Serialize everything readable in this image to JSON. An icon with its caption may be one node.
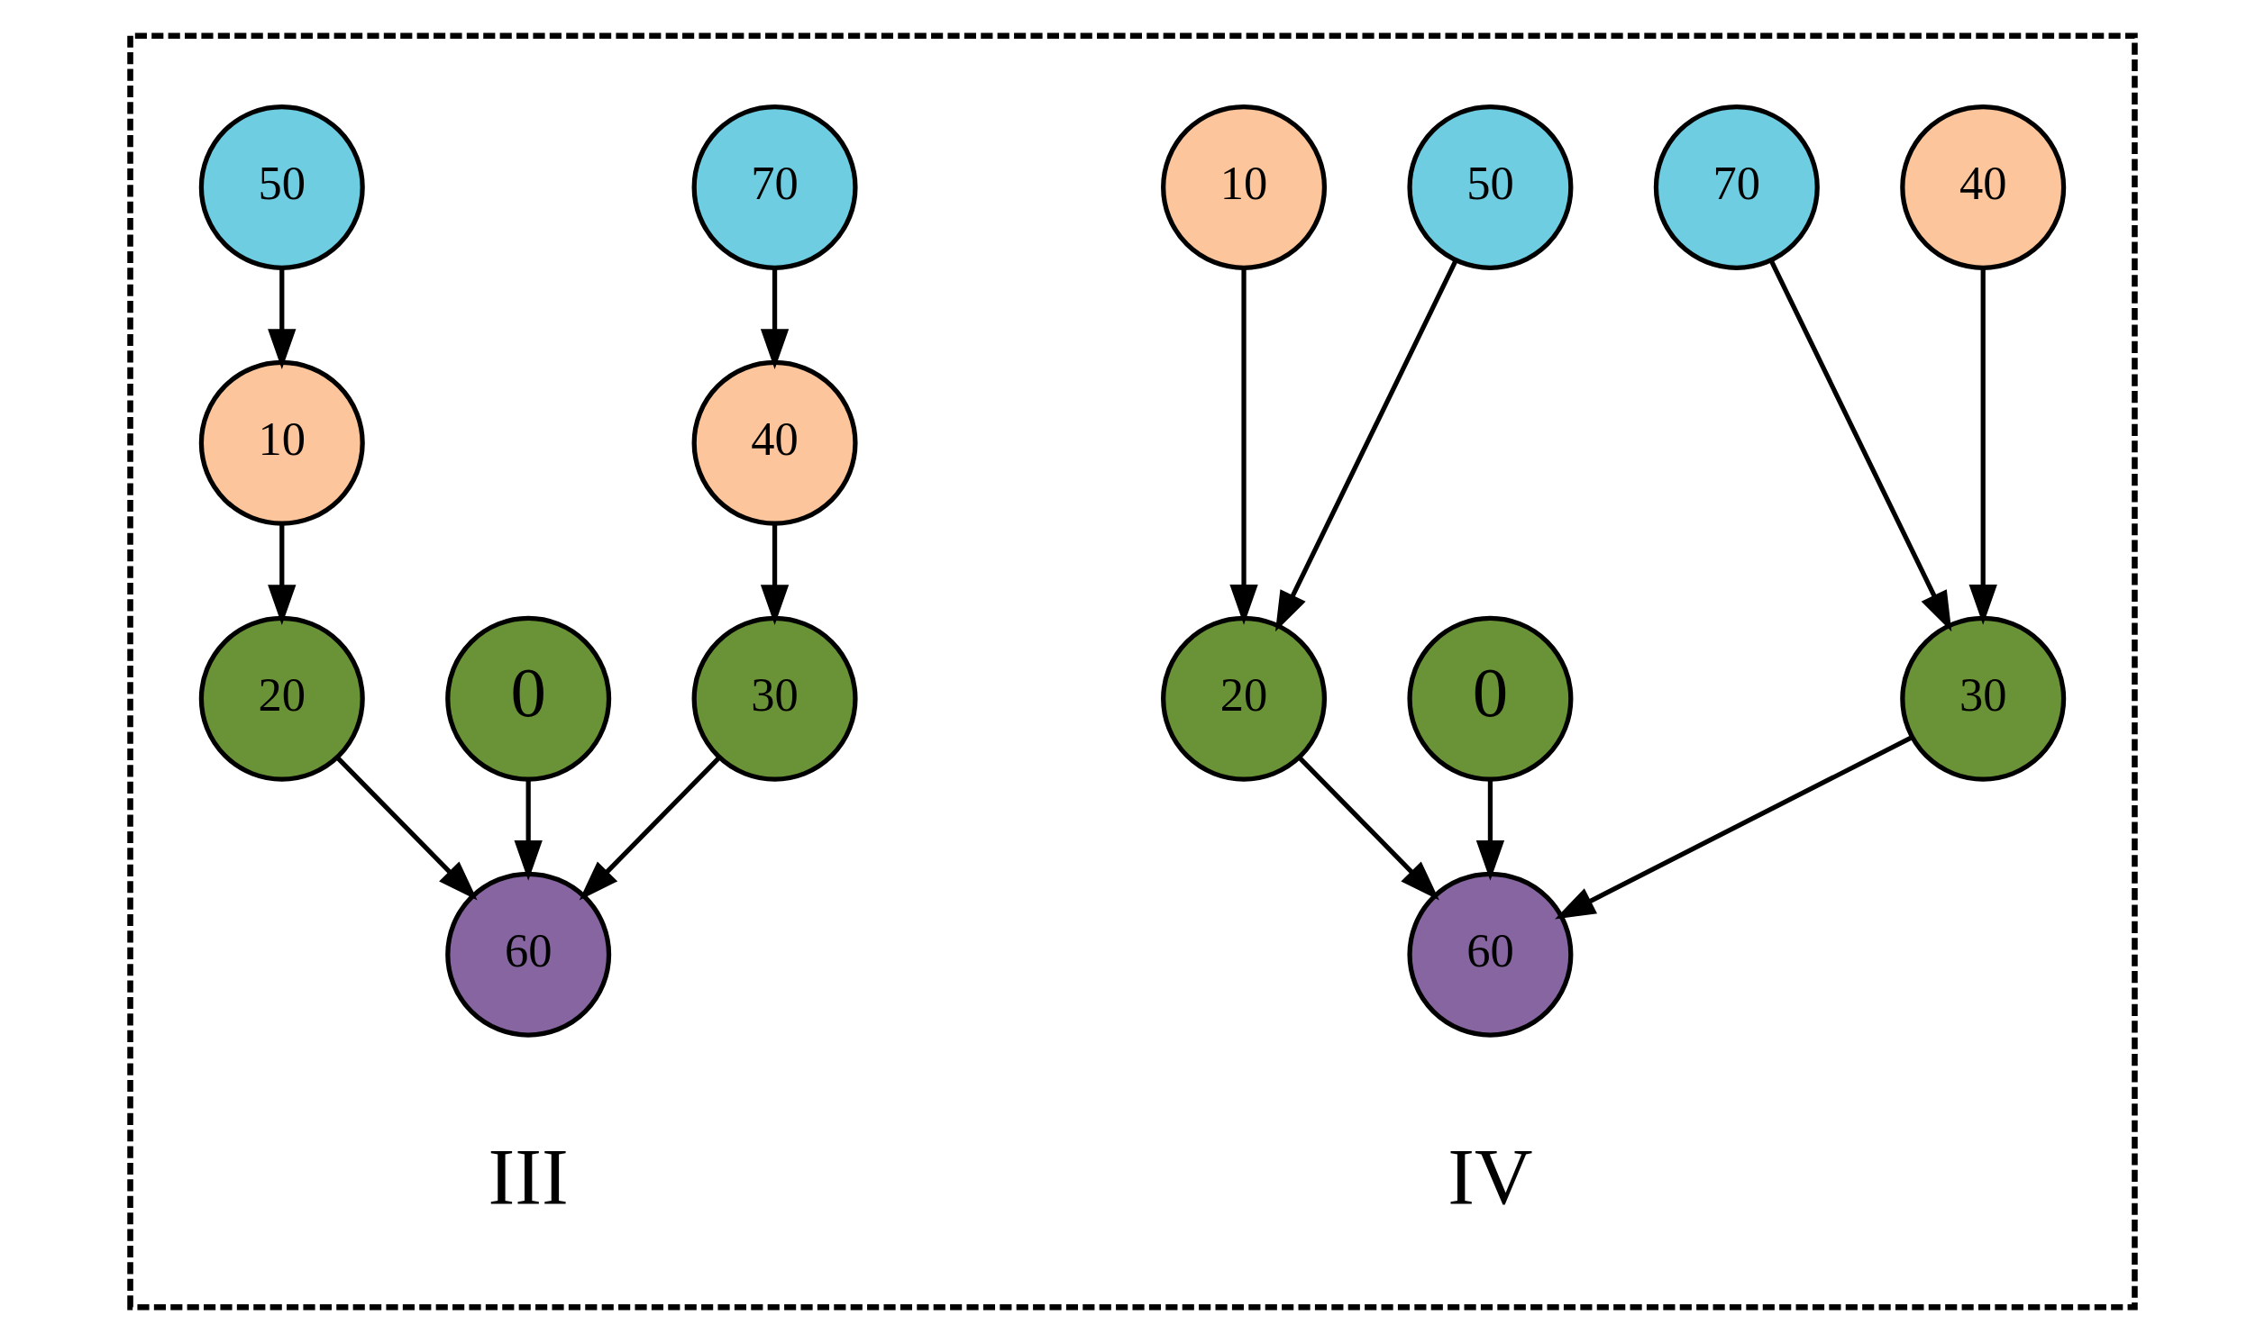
{
  "diagram": {
    "nodes": [
      {
        "text": [],
        "shape": "box"
      },
      {
        "text": [
          "50"
        ],
        "in": 0
      },
      {
        "text": [
          "70"
        ],
        "in": 0
      },
      {
        "text": [
          "10"
        ],
        "in": 0
      },
      {
        "text": [
          "40"
        ],
        "in": 0
      },
      {
        "text": [
          "20"
        ],
        "in": 0
      },
      {
        "text": [
          "0"
        ],
        "in": 0
      },
      {
        "text": [
          "30"
        ],
        "in": 0
      },
      {
        "text": [
          "60"
        ],
        "in": 0
      },
      {
        "text": [
          "10"
        ],
        "in": 0
      },
      {
        "text": [
          "50"
        ],
        "in": 0
      },
      {
        "text": [
          "70"
        ],
        "in": 0
      },
      {
        "text": [
          "40"
        ],
        "in": 0
      },
      {
        "text": [
          "20"
        ],
        "in": 0
      },
      {
        "text": [
          "0"
        ],
        "in": 0
      },
      {
        "text": [
          "30"
        ],
        "in": 0
      },
      {
        "text": [
          "60"
        ],
        "in": 0
      }
    ],
    "edges": [
      {
        "from": 1,
        "to": 3,
        "arrow": "to"
      },
      {
        "from": 3,
        "to": 5,
        "arrow": "to"
      },
      {
        "from": 2,
        "to": 4,
        "arrow": "to"
      },
      {
        "from": 4,
        "to": 7,
        "arrow": "to"
      },
      {
        "from": 5,
        "to": 8,
        "arrow": "to"
      },
      {
        "from": 6,
        "to": 8,
        "arrow": "to"
      },
      {
        "from": 7,
        "to": 8,
        "arrow": "to"
      },
      {
        "from": 9,
        "to": 13,
        "arrow": "to"
      },
      {
        "from": 10,
        "to": 13,
        "arrow": "to"
      },
      {
        "from": 11,
        "to": 15,
        "arrow": "to"
      },
      {
        "from": 12,
        "to": 15,
        "arrow": "to"
      },
      {
        "from": 13,
        "to": 16,
        "arrow": "to"
      },
      {
        "from": 14,
        "to": 16,
        "arrow": "to"
      },
      {
        "from": 15,
        "to": 16,
        "arrow": "to"
      }
    ],
    "labels": [
      "III",
      "IV"
    ]
  }
}
